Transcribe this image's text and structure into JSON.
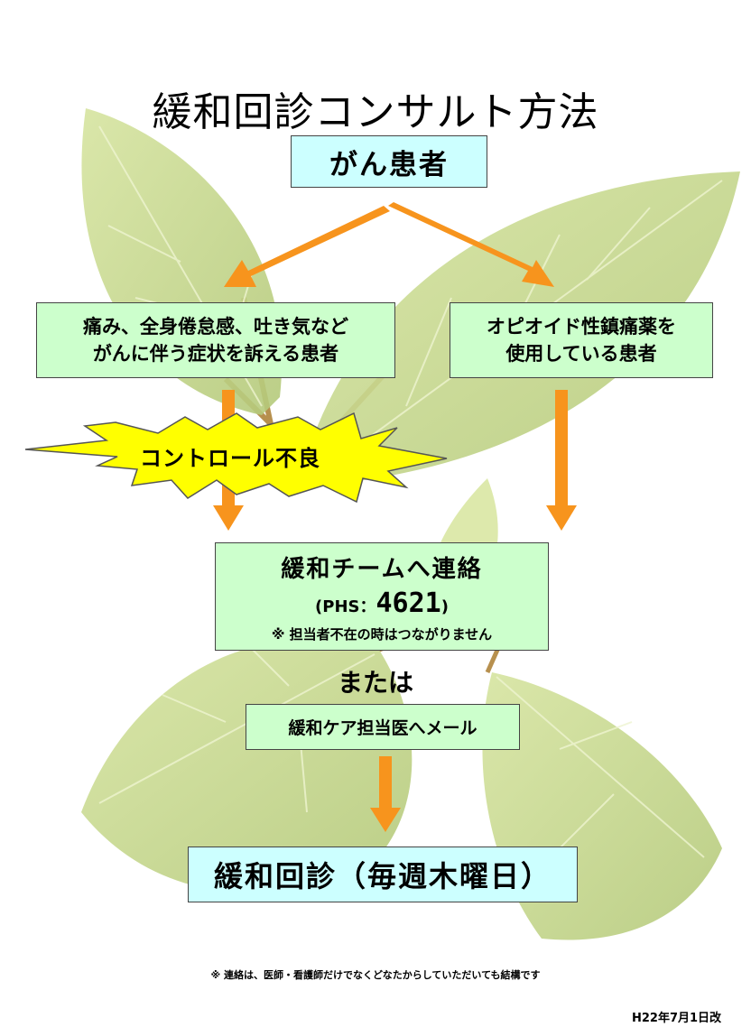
{
  "title": "緩和回診コンサルト方法",
  "patient_box": "がん患者",
  "symptom_box": {
    "line1": "痛み、全身倦怠感、吐き気など",
    "line2": "がんに伴う症状を訴える患者"
  },
  "opioid_box": {
    "line1": "オピオイド性鎮痛薬を",
    "line2": "使用している患者"
  },
  "starburst_label": "コントロール不良",
  "contact_box": {
    "line1": "緩和チームへ連絡",
    "phs_prefix": "(PHS：",
    "phs_number": "4621",
    "phs_suffix": ")",
    "note": "※ 担当者不在の時はつながりません"
  },
  "or_text": "または",
  "mail_box": "緩和ケア担当医へメール",
  "round_box": "緩和回診（毎週木曜日）",
  "footnote": "※ 連絡は、医師・看護師だけでなくどなたからしていただいても結構です",
  "stamp": "H22年7月1日改",
  "colors": {
    "arrow": "#f7941d",
    "starburst": "#ffff00",
    "cyan_box": "#ccffff",
    "green_box": "#ccffcc",
    "leaf": "#c8d98a",
    "leaf_dark": "#a7bd6a",
    "vein": "#f4f8e0"
  }
}
